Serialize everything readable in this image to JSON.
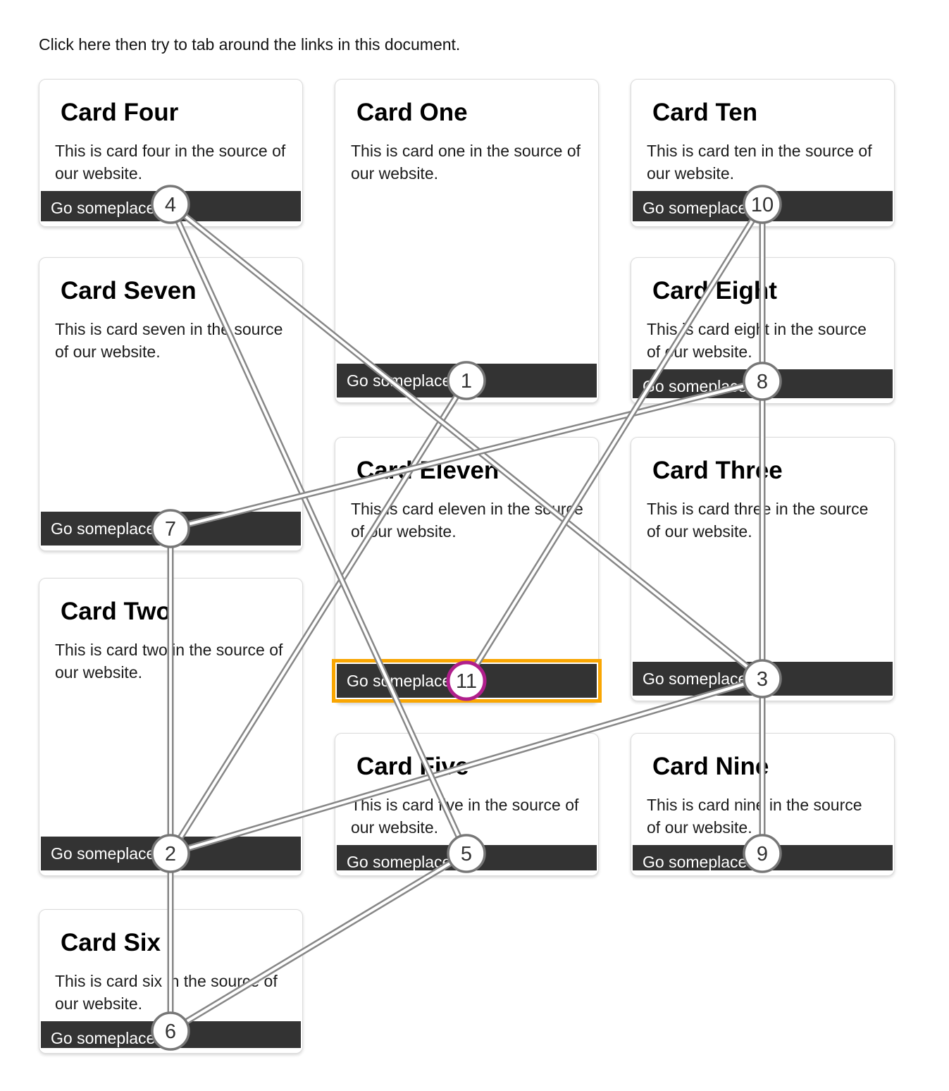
{
  "instruction": "Click here then try to tab around the links in this document.",
  "cards": [
    {
      "title": "Card One",
      "text": "This is card one in the source of our website.",
      "link_label": "Go someplace",
      "tab_index": 1,
      "focused": false
    },
    {
      "title": "Card Two",
      "text": "This is card two in the source of our website.",
      "link_label": "Go someplace",
      "tab_index": 2,
      "focused": false
    },
    {
      "title": "Card Three",
      "text": "This is card three in the source of our website.",
      "link_label": "Go someplace",
      "tab_index": 3,
      "focused": false
    },
    {
      "title": "Card Four",
      "text": "This is card four in the source of our website.",
      "link_label": "Go someplace",
      "tab_index": 4,
      "focused": false
    },
    {
      "title": "Card Five",
      "text": "This is card five in the source of our website.",
      "link_label": "Go someplace",
      "tab_index": 5,
      "focused": false
    },
    {
      "title": "Card Six",
      "text": "This is card six in the source of our website.",
      "link_label": "Go someplace",
      "tab_index": 6,
      "focused": false
    },
    {
      "title": "Card Seven",
      "text": "This is card seven in the source of our website.",
      "link_label": "Go someplace",
      "tab_index": 7,
      "focused": false
    },
    {
      "title": "Card Eight",
      "text": "This is card eight in the source of our website.",
      "link_label": "Go someplace",
      "tab_index": 8,
      "focused": false
    },
    {
      "title": "Card Nine",
      "text": "This is card nine in the source of our website.",
      "link_label": "Go someplace",
      "tab_index": 9,
      "focused": false
    },
    {
      "title": "Card Ten",
      "text": "This is card ten in the source of our website.",
      "link_label": "Go someplace",
      "tab_index": 10,
      "focused": false
    },
    {
      "title": "Card Eleven",
      "text": "This is card eleven in the source of our website.",
      "link_label": "Go someplace",
      "tab_index": 11,
      "focused": true
    }
  ],
  "tab_sequence": [
    1,
    2,
    3,
    4,
    5,
    6,
    7,
    8,
    9,
    10,
    11
  ],
  "colors": {
    "link_background": "#333333",
    "link_text": "#ffffff",
    "focus_outline_orange": "#f9a602",
    "marker_ring_gray": "#777777",
    "active_marker_ring_magenta": "#b01f8c",
    "connector_gray": "#878787"
  }
}
